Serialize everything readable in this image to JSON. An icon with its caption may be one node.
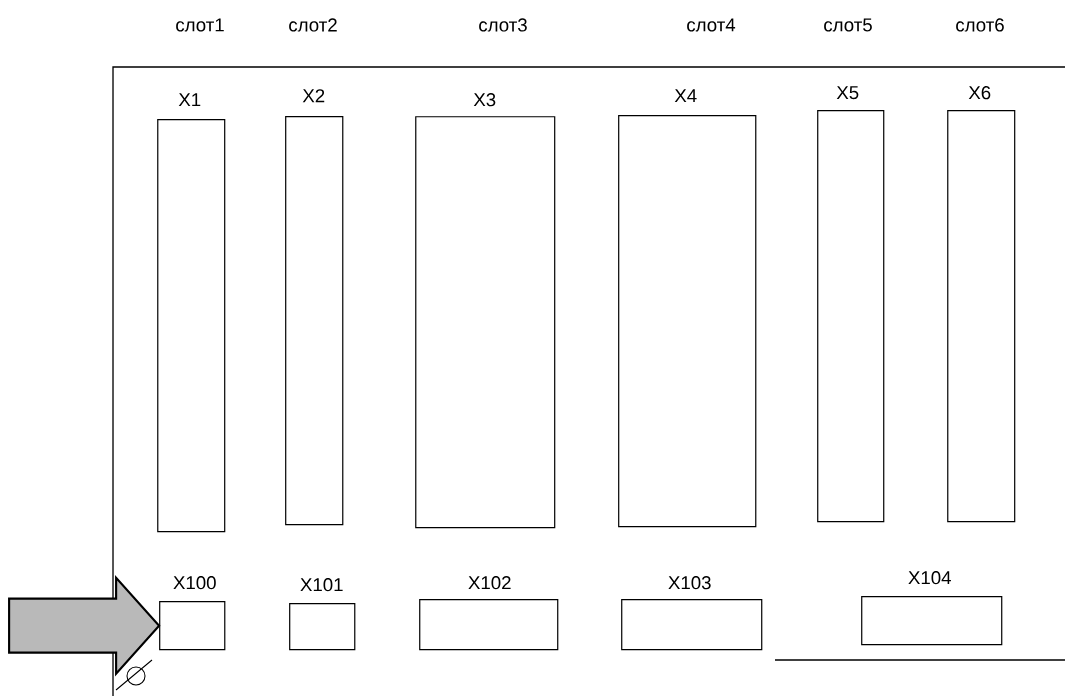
{
  "diagram": {
    "nodes": [
      {
        "text": [],
        "shape": "box"
      },
      {
        "text": [
          "X1"
        ],
        "in": 0
      },
      {
        "text": [
          "X2"
        ],
        "in": 0
      },
      {
        "text": [
          "X3"
        ],
        "in": 0
      },
      {
        "text": [
          "X4"
        ],
        "in": 0
      },
      {
        "text": [
          "X5"
        ],
        "in": 0
      },
      {
        "text": [
          "X6"
        ],
        "in": 0
      },
      {
        "text": [
          "X100"
        ],
        "in": 0
      },
      {
        "text": [
          "X101"
        ],
        "in": 0
      },
      {
        "text": [
          "X102"
        ],
        "in": 0
      },
      {
        "text": [
          "X103"
        ],
        "in": 0
      },
      {
        "text": [
          "X104"
        ],
        "in": 0
      }
    ],
    "edges": [
      {
        "from": null,
        "to": 7,
        "arrow": "to",
        "style": "thick"
      }
    ],
    "labels": [
      "слот1",
      "слот2",
      "слот3",
      "слот4",
      "слот5",
      "слот6"
    ]
  }
}
